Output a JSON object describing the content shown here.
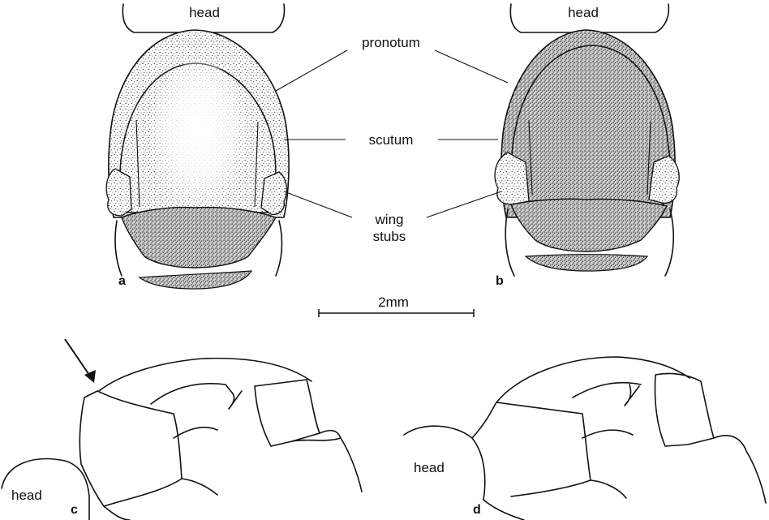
{
  "labels": {
    "head_a": "head",
    "head_b": "head",
    "head_c": "head",
    "head_d": "head",
    "pronotum": "pronotum",
    "scutum": "scutum",
    "wing_line1": "wing",
    "wing_line2": "stubs",
    "scale": "2mm"
  },
  "panels": {
    "a": "a",
    "b": "b",
    "c": "c",
    "d": "d"
  },
  "style": {
    "ink": "#111111",
    "stipple": "#444444",
    "background": "#ffffff"
  }
}
